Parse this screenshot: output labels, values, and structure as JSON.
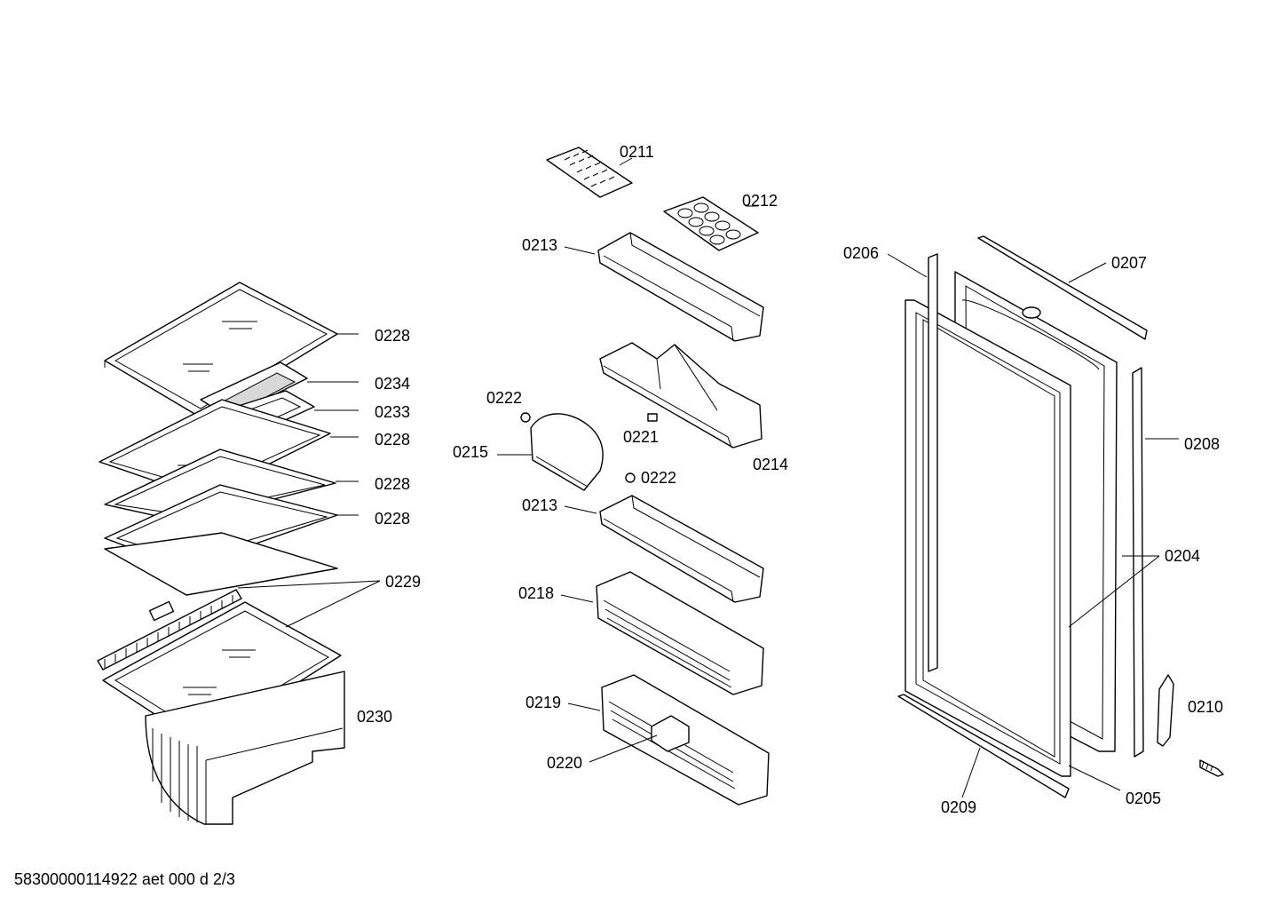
{
  "labels": {
    "l0211": "0211",
    "l0212": "0212",
    "l0213a": "0213",
    "l0213b": "0213",
    "l0214": "0214",
    "l0215": "0215",
    "l0218": "0218",
    "l0219": "0219",
    "l0220": "0220",
    "l0221": "0221",
    "l0222a": "0222",
    "l0222b": "0222",
    "l0228a": "0228",
    "l0228b": "0228",
    "l0228c": "0228",
    "l0228d": "0228",
    "l0229": "0229",
    "l0230": "0230",
    "l0233": "0233",
    "l0234": "0234",
    "l0204": "0204",
    "l0205": "0205",
    "l0206": "0206",
    "l0207": "0207",
    "l0208": "0208",
    "l0209": "0209",
    "l0210": "0210"
  },
  "footer": {
    "code": "58300000114922 aet 000 d 2/3"
  }
}
